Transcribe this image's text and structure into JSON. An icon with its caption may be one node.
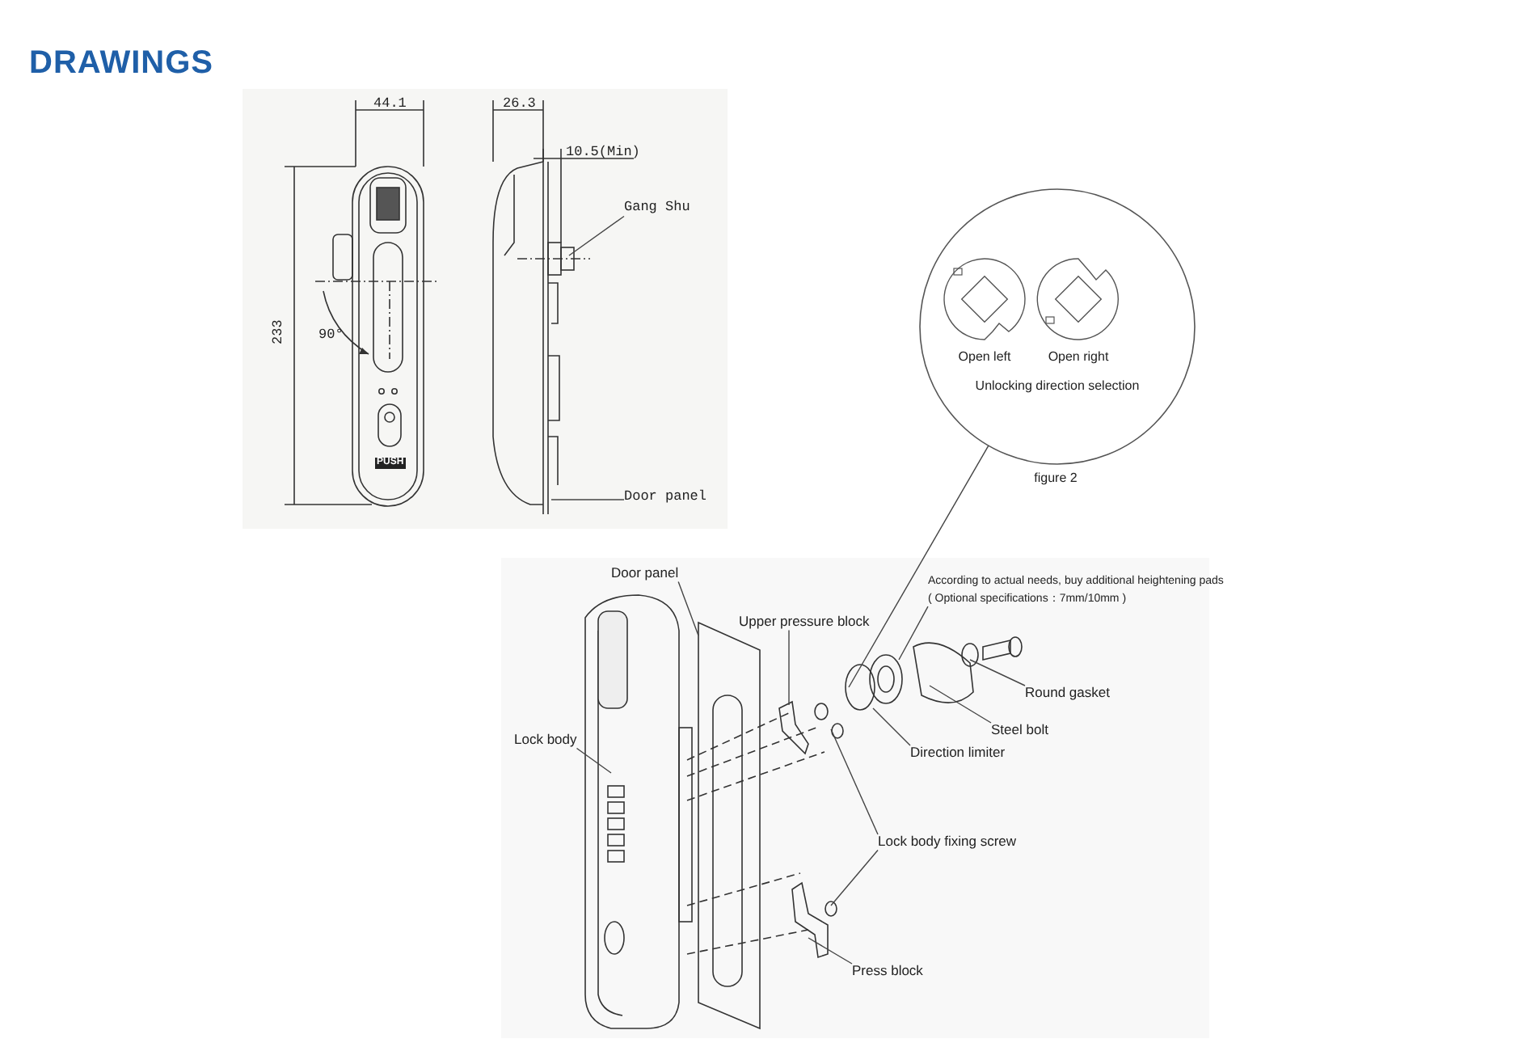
{
  "diagram": {
    "title": "DRAWINGS",
    "nodes": [
      {
        "text": [
          "Gang Shu"
        ]
      },
      {
        "text": [
          "Door panel"
        ]
      },
      {
        "text": [
          "Unlocking direction selection"
        ],
        "beside": [
          "figure 2"
        ]
      },
      {
        "text": [
          "Open left"
        ],
        "in": 2
      },
      {
        "text": [
          "Open right"
        ],
        "in": 2
      },
      {
        "text": [
          "Door panel"
        ]
      },
      {
        "text": [
          "Upper pressure block"
        ]
      },
      {
        "text": [
          "According to actual needs, buy additional heightening pads",
          "( Optional specifications：7mm/10mm )"
        ]
      },
      {
        "text": [
          "Round gasket"
        ]
      },
      {
        "text": [
          "Steel bolt"
        ]
      },
      {
        "text": [
          "Direction limiter"
        ]
      },
      {
        "text": [
          "Lock body"
        ]
      },
      {
        "text": [
          "Lock body fixing screw"
        ]
      },
      {
        "text": [
          "Press block"
        ]
      }
    ],
    "edges": [
      {
        "from": 0,
        "to": null,
        "arrow": "none"
      },
      {
        "from": 1,
        "to": null,
        "arrow": "none"
      },
      {
        "from": 2,
        "to": null,
        "arrow": "none"
      },
      {
        "from": 5,
        "to": null,
        "arrow": "none"
      },
      {
        "from": 6,
        "to": null,
        "arrow": "none"
      },
      {
        "from": 7,
        "to": null,
        "arrow": "none"
      },
      {
        "from": 8,
        "to": null,
        "arrow": "none"
      },
      {
        "from": 9,
        "to": null,
        "arrow": "none"
      },
      {
        "from": 10,
        "to": null,
        "arrow": "none"
      },
      {
        "from": 11,
        "to": null,
        "arrow": "none"
      },
      {
        "from": 12,
        "to": null,
        "arrow": "none"
      },
      {
        "from": 12,
        "to": null,
        "arrow": "none"
      },
      {
        "from": 13,
        "to": null,
        "arrow": "none"
      }
    ],
    "labels": [
      "44.1",
      "26.3",
      "10.5(Min)",
      "233",
      "90°",
      "PUSH"
    ]
  }
}
